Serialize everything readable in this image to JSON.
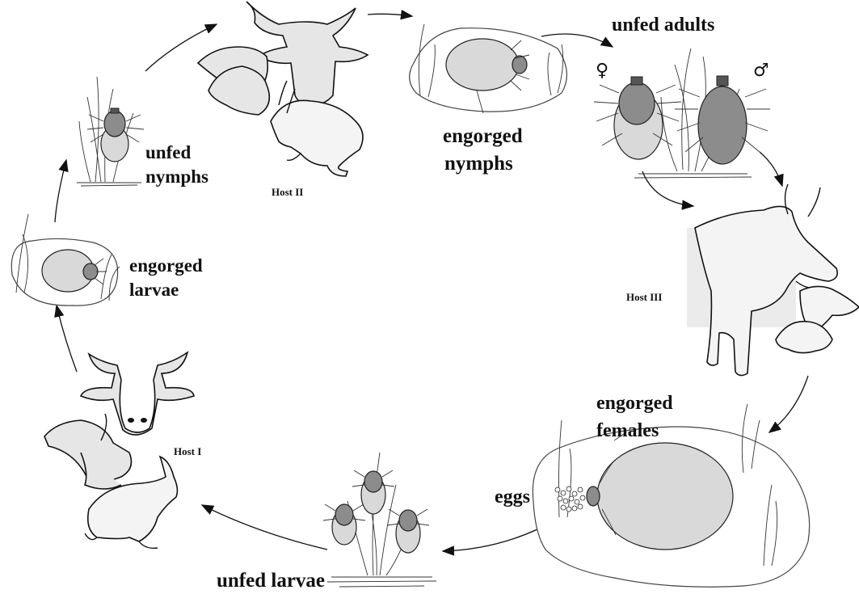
{
  "labels": {
    "unfed_adults": "unfed adults",
    "engorged_nymphs_1": "engorged",
    "engorged_nymphs_2": "nymphs",
    "unfed_nymphs_1": "unfed",
    "unfed_nymphs_2": "nymphs",
    "engorged_larvae_1": "engorged",
    "engorged_larvae_2": "larvae",
    "engorged_females_1": "engorged",
    "engorged_females_2": "females",
    "eggs": "eggs",
    "unfed_larvae": "unfed larvae",
    "host_1": "Host  I",
    "host_2": "Host  II",
    "host_3": "Host  III"
  },
  "symbols": {
    "female": "♀",
    "male": "♂"
  },
  "colors": {
    "tick_light": "#d9d9d9",
    "tick_dark": "#8c8c8c",
    "host_fill": "#e6e6e6",
    "line": "#111111"
  }
}
